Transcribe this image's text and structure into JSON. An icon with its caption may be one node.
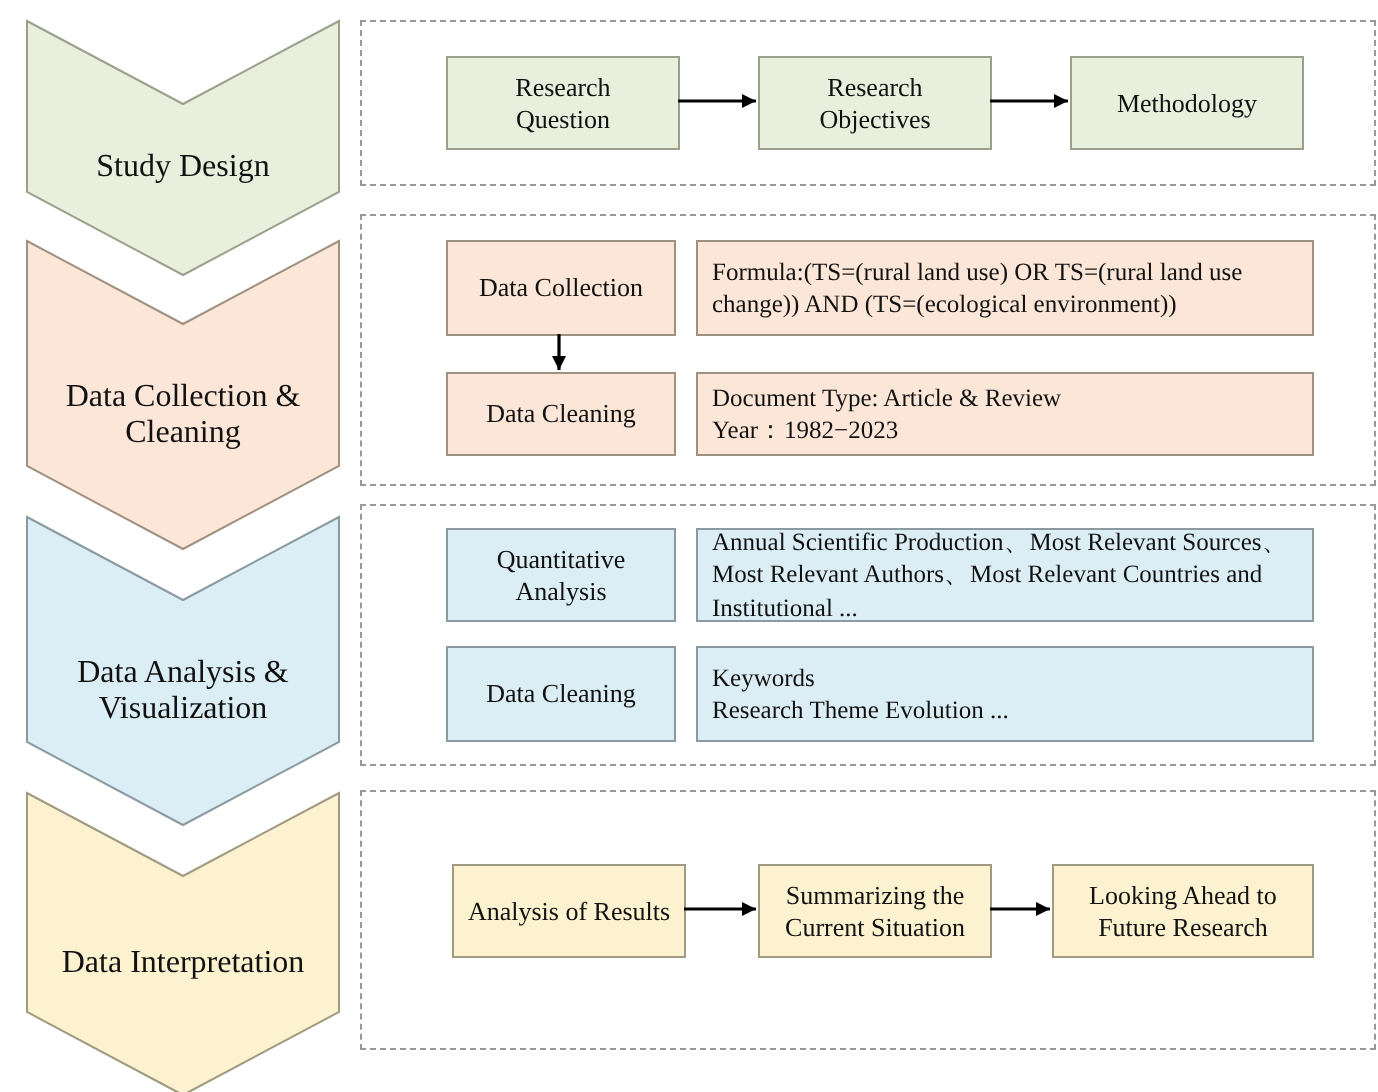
{
  "diagram": {
    "nodes": [
      {
        "text": [
          "Study Design"
        ]
      },
      {
        "text": [],
        "shape": "box"
      },
      {
        "text": [
          "Research Question"
        ],
        "in": 1
      },
      {
        "text": [
          "Research Objectives"
        ],
        "in": 1
      },
      {
        "text": [
          "Methodology"
        ],
        "in": 1
      },
      {
        "text": [
          "Data Collection & Cleaning"
        ]
      },
      {
        "text": [],
        "shape": "box"
      },
      {
        "text": [
          "Data Collection"
        ],
        "in": 6
      },
      {
        "text": [
          "Formula:(TS=(rural land use) OR TS=(rural land use change)) AND (TS=(ecological environment))"
        ],
        "in": 6
      },
      {
        "text": [
          "Data Cleaning"
        ],
        "in": 6
      },
      {
        "text": [
          "Document Type: Article & Review",
          "Year：1982−2023"
        ],
        "in": 6
      },
      {
        "text": [
          "Data Analysis & Visualization"
        ]
      },
      {
        "text": [],
        "shape": "box"
      },
      {
        "text": [
          "Quantitative Analysis"
        ],
        "in": 12
      },
      {
        "text": [
          "Annual Scientific Production、Most Relevant Sources、Most Relevant Authors、Most Relevant Countries and Institutional ..."
        ],
        "in": 12
      },
      {
        "text": [
          "Data Cleaning"
        ],
        "in": 12
      },
      {
        "text": [
          "Keywords",
          "Research Theme Evolution ..."
        ],
        "in": 12
      },
      {
        "text": [
          "Data Interpretation"
        ]
      },
      {
        "text": [],
        "shape": "box"
      },
      {
        "text": [
          "Analysis of Results"
        ],
        "in": 18
      },
      {
        "text": [
          "Summarizing the Current Situation"
        ],
        "in": 18
      },
      {
        "text": [
          "Looking Ahead to Future Research"
        ],
        "in": 18
      }
    ],
    "edges": [
      {
        "from": 2,
        "to": 3,
        "arrow": "to"
      },
      {
        "from": 3,
        "to": 4,
        "arrow": "to"
      },
      {
        "from": 7,
        "to": 9,
        "arrow": "to"
      },
      {
        "from": 19,
        "to": 20,
        "arrow": "to"
      },
      {
        "from": 20,
        "to": 21,
        "arrow": "to"
      }
    ]
  }
}
